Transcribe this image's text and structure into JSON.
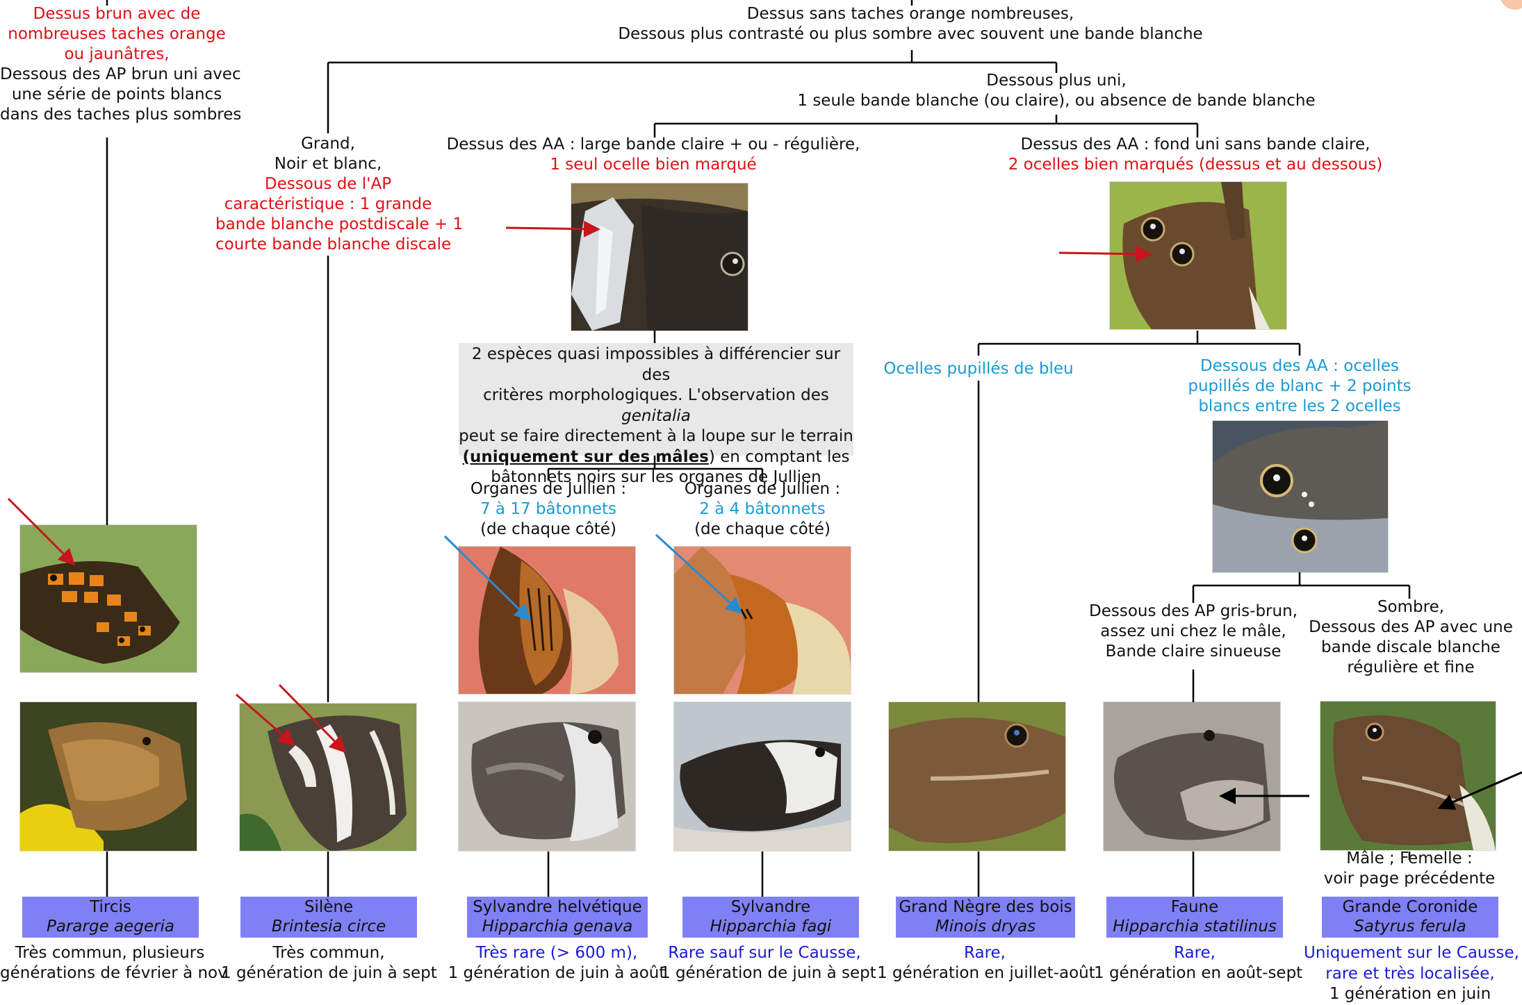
{
  "root": {
    "line1": "Dessus sans taches orange nombreuses,",
    "line2": "Dessous plus contrasté ou plus sombre avec souvent une bande blanche"
  },
  "left_branch": {
    "line1": "Dessus brun avec de",
    "line2": "nombreuses taches orange",
    "line3": "ou jaunâtres,",
    "line4": "Dessous des AP brun uni avec",
    "line5": "une série de points blancs",
    "line6": "dans des taches plus sombres"
  },
  "grand": {
    "line1": "Grand,",
    "line2": "Noir et blanc,",
    "line3": "Dessous de l'AP",
    "line4": "caractéristique : 1 grande",
    "line5": "bande blanche postdiscale + 1",
    "line6": "courte bande blanche discale"
  },
  "uni": {
    "line1": "Dessous plus uni,",
    "line2": "1 seule bande blanche (ou claire), ou absence de bande blanche"
  },
  "large_bande": {
    "line1": "Dessus des AA : large bande claire + ou - régulière,",
    "line2": "1 seul ocelle bien marqué"
  },
  "fond_uni": {
    "line1": "Dessus des AA : fond uni sans bande claire,",
    "line2": "2 ocelles bien marqués (dessus et au dessous)"
  },
  "grey_box": {
    "line1": "2 espèces quasi impossibles à différencier sur des",
    "line2a": "critères morphologiques. L'observation des ",
    "line2b": "genitalia",
    "line3": "peut se faire directement à la loupe sur le terrain",
    "line4a": "(uniquement sur des mâles",
    "line4b": ") en comptant les",
    "line5": "bâtonnets noirs sur les organes de Jullien"
  },
  "organes1": {
    "line1": "Organes de Jullien :",
    "line2": "7 à 17 bâtonnets",
    "line3": "(de chaque côté)"
  },
  "organes2": {
    "line1": "Organes de Jullien :",
    "line2": "2 à 4 bâtonnets",
    "line3": "(de chaque côté)"
  },
  "ocelles_bleu": {
    "line1": "Ocelles pupillés de bleu"
  },
  "ocelles_blanc": {
    "line1": "Dessous des AA : ocelles",
    "line2": "pupillés de blanc + 2 points",
    "line3": "blancs entre les 2 ocelles"
  },
  "gris_brun": {
    "line1": "Dessous des AP gris-brun,",
    "line2": "assez uni chez le mâle,",
    "line3": "Bande claire sinueuse"
  },
  "sombre": {
    "line1": "Sombre,",
    "line2": "Dessous des AP avec une",
    "line3": "bande discale blanche",
    "line4": "régulière et fine"
  },
  "male_femelle": {
    "line1": "Mâle ; Femelle :",
    "line2": "voir page précédente"
  },
  "species": [
    {
      "common": "Tircis",
      "latin": "Pararge aegeria",
      "status": "Très commun, plusieurs",
      "generation": "générations de février à nov"
    },
    {
      "common": "Silène",
      "latin": "Brintesia circe",
      "status": "Très commun,",
      "generation": "1 génération de juin à sept"
    },
    {
      "common": "Sylvandre helvétique",
      "latin": "Hipparchia genava",
      "status": "Très rare (> 600 m),",
      "generation": "1 génération de juin à août"
    },
    {
      "common": "Sylvandre",
      "latin": "Hipparchia fagi",
      "status": "Rare sauf sur le Causse,",
      "generation": "1 génération de juin à sept"
    },
    {
      "common": "Grand Nègre des bois",
      "latin": "Minois dryas",
      "status": "Rare,",
      "generation": "1 génération en juillet-août"
    },
    {
      "common": "Faune",
      "latin": "Hipparchia statilinus",
      "status": "Rare,",
      "generation": "1 génération en août-sept"
    },
    {
      "common": "Grande Coronide",
      "latin": "Satyrus ferula",
      "status": "Uniquement sur le Causse,",
      "status2": "rare et très localisée,",
      "generation": "1 génération en juin"
    }
  ],
  "colors": {
    "red": "#e10f14",
    "blue": "#1a9ad6",
    "dark_blue": "#1a1ad6",
    "label_bg": "#8080f5",
    "grey_box_bg": "#e8e8e8"
  }
}
